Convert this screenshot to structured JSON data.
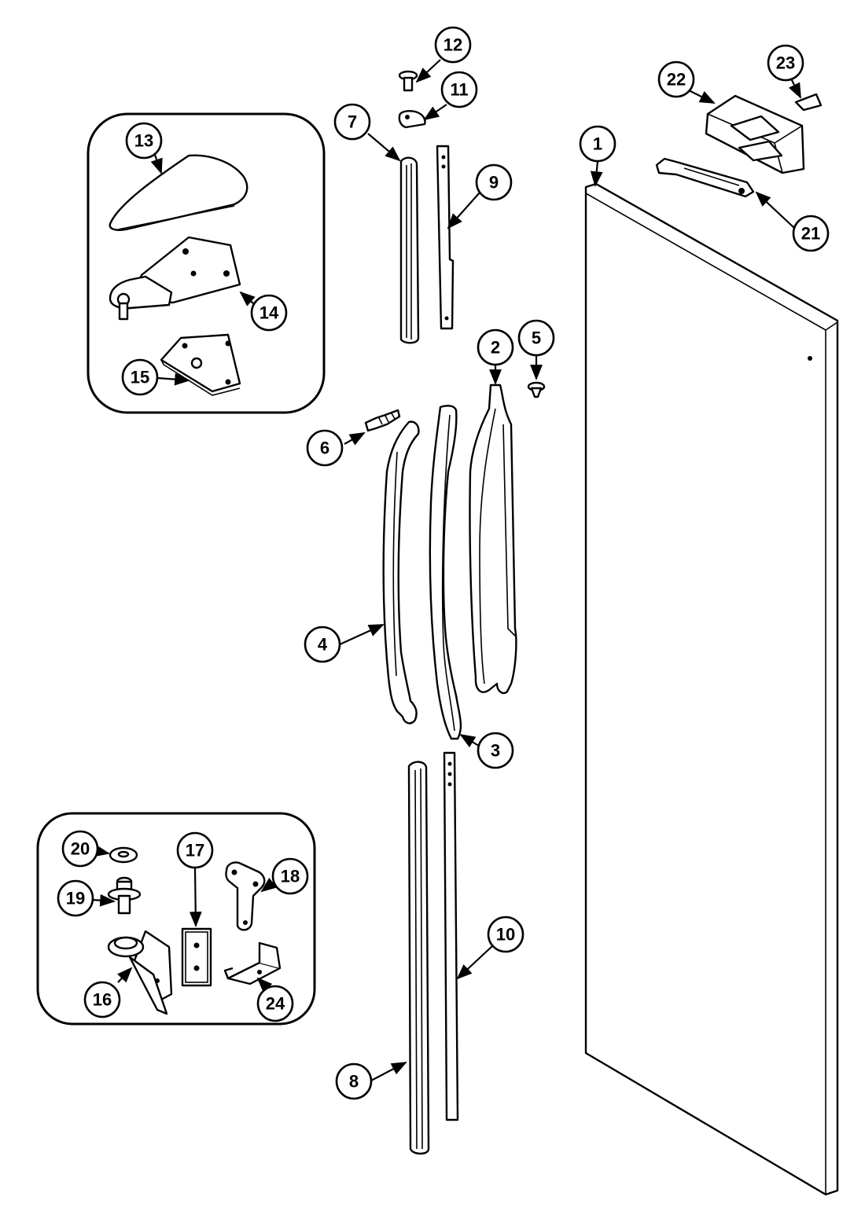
{
  "diagram": {
    "background": "#ffffff",
    "ink": "#000000",
    "callouts": [
      {
        "id": "c1",
        "label": "1"
      },
      {
        "id": "c2",
        "label": "2"
      },
      {
        "id": "c3",
        "label": "3"
      },
      {
        "id": "c4",
        "label": "4"
      },
      {
        "id": "c5",
        "label": "5"
      },
      {
        "id": "c6",
        "label": "6"
      },
      {
        "id": "c7",
        "label": "7"
      },
      {
        "id": "c8",
        "label": "8"
      },
      {
        "id": "c9",
        "label": "9"
      },
      {
        "id": "c10",
        "label": "10"
      },
      {
        "id": "c11",
        "label": "11"
      },
      {
        "id": "c12",
        "label": "12"
      },
      {
        "id": "c13",
        "label": "13"
      },
      {
        "id": "c14",
        "label": "14"
      },
      {
        "id": "c15",
        "label": "15"
      },
      {
        "id": "c16",
        "label": "16"
      },
      {
        "id": "c17",
        "label": "17"
      },
      {
        "id": "c18",
        "label": "18"
      },
      {
        "id": "c19",
        "label": "19"
      },
      {
        "id": "c20",
        "label": "20"
      },
      {
        "id": "c21",
        "label": "21"
      },
      {
        "id": "c22",
        "label": "22"
      },
      {
        "id": "c23",
        "label": "23"
      },
      {
        "id": "c24",
        "label": "24"
      }
    ]
  }
}
